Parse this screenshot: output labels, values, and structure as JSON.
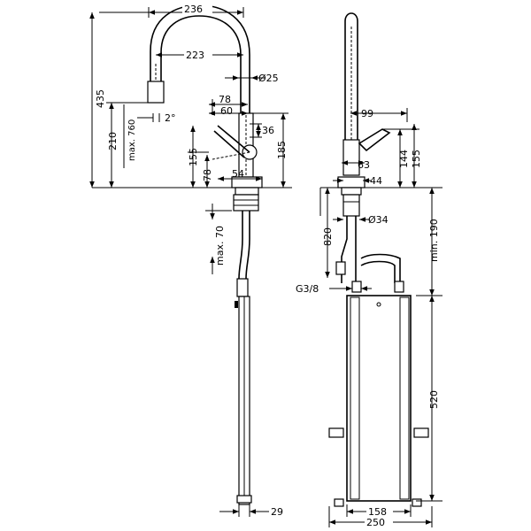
{
  "drawing": {
    "side_view": {
      "width_total": "236",
      "reach": "223",
      "hose_diameter": "Ø25",
      "overall_height": "435",
      "spout_height": "210",
      "max_pullout": "max. 760",
      "angle": "2°",
      "lever_offset_1": "78",
      "lever_offset_2": "60",
      "lever_diameter": "36",
      "lever_height": "155",
      "body_height": "185",
      "lever_base": "78",
      "base_width": "54",
      "max_thickness": "max. 70",
      "hose_width": "29"
    },
    "front_view": {
      "lever_reach": "99",
      "lever_h1": "144",
      "lever_h2": "155",
      "base_w1": "63",
      "base_w2": "44",
      "hole_diameter": "Ø34",
      "hose_length": "820",
      "min_clearance": "min. 190",
      "thread": "G3/8",
      "box_height": "520",
      "box_inner_width": "158",
      "box_outer_width": "250"
    }
  }
}
